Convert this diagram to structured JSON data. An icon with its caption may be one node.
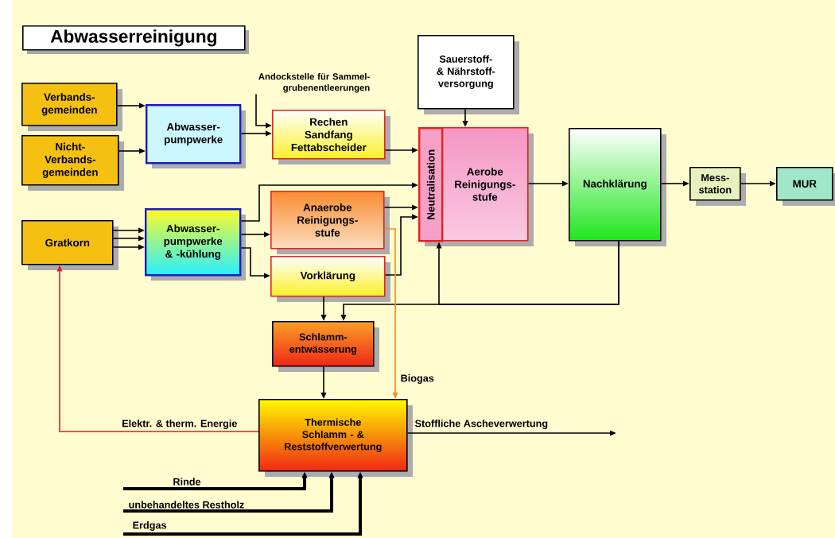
{
  "diagram": {
    "title": "Abwasserreinigung",
    "nodes": [
      {
        "text": [
          "Verbands- gemeinden"
        ]
      },
      {
        "text": [
          "Nicht- Verbands- gemeinden"
        ]
      },
      {
        "text": [
          "Abwasser- pumpwerke"
        ]
      },
      {
        "text": [
          "Gratkorn"
        ]
      },
      {
        "text": [
          "Abwasser- pumpwerke & -kühlung"
        ]
      },
      {
        "text": [
          "Andockstelle für Sammel- grubenentleerungen"
        ]
      },
      {
        "text": [
          "Rechen Sandfang Fettabscheider"
        ]
      },
      {
        "text": [
          "Sauerstoff- & Nährstoff- versorgung"
        ]
      },
      {
        "text": [
          "Anaerobe Reinigungs- stufe"
        ]
      },
      {
        "text": [
          "Vorklärung"
        ]
      },
      {
        "text": [
          "Aerobe Reinigungs- stufe"
        ]
      },
      {
        "text": [
          "Neutralisation"
        ],
        "in": 10
      },
      {
        "text": [
          "Nachklärung"
        ]
      },
      {
        "text": [
          "Mess- station"
        ]
      },
      {
        "text": [
          "MUR"
        ]
      },
      {
        "text": [
          "Schlamm- entwässerung"
        ]
      },
      {
        "text": [
          "Thermische Schlamm - & Reststoffverwertung"
        ]
      }
    ],
    "edges": [
      {
        "from": 0,
        "to": 2,
        "arrow": "to"
      },
      {
        "from": 1,
        "to": 2,
        "arrow": "to"
      },
      {
        "from": 2,
        "to": 6,
        "arrow": "to"
      },
      {
        "from": 5,
        "to": 6,
        "arrow": "to"
      },
      {
        "from": 3,
        "to": 4,
        "arrow": "to"
      },
      {
        "from": 3,
        "to": 4,
        "arrow": "to"
      },
      {
        "from": 3,
        "to": 4,
        "arrow": "to"
      },
      {
        "from": 4,
        "to": 11,
        "arrow": "to"
      },
      {
        "from": 4,
        "to": 8,
        "arrow": "to"
      },
      {
        "from": 4,
        "to": 9,
        "arrow": "to"
      },
      {
        "from": 6,
        "to": 11,
        "arrow": "to"
      },
      {
        "from": 8,
        "to": 11,
        "arrow": "to"
      },
      {
        "from": 9,
        "to": 11,
        "arrow": "to"
      },
      {
        "from": 7,
        "to": 10,
        "arrow": "to"
      },
      {
        "from": 10,
        "to": 12,
        "arrow": "to"
      },
      {
        "from": 12,
        "to": 13,
        "arrow": "to"
      },
      {
        "from": 13,
        "to": 14,
        "arrow": "to"
      },
      {
        "from": 12,
        "to": 11,
        "arrow": "to"
      },
      {
        "from": 12,
        "to": 15,
        "arrow": "to"
      },
      {
        "from": 9,
        "to": 15,
        "arrow": "to"
      },
      {
        "from": 15,
        "to": 16,
        "arrow": "to"
      },
      {
        "from": 8,
        "to": 16,
        "arrow": "to",
        "label": "Biogas",
        "color": "#f08c1e"
      },
      {
        "from": 16,
        "to": 3,
        "arrow": "to",
        "label": "Elektr. & therm. Energie",
        "color": "#e02020"
      },
      {
        "from": 16,
        "to": null,
        "arrow": "to",
        "label": "Stoffliche Ascheverwertung"
      },
      {
        "from": null,
        "to": 16,
        "arrow": "to",
        "label": "Rinde",
        "style": "thick"
      },
      {
        "from": null,
        "to": 16,
        "arrow": "to",
        "label": "unbehandeltes Restholz",
        "style": "thick"
      },
      {
        "from": null,
        "to": 16,
        "arrow": "to",
        "label": "Erdgas",
        "style": "thick"
      }
    ]
  }
}
